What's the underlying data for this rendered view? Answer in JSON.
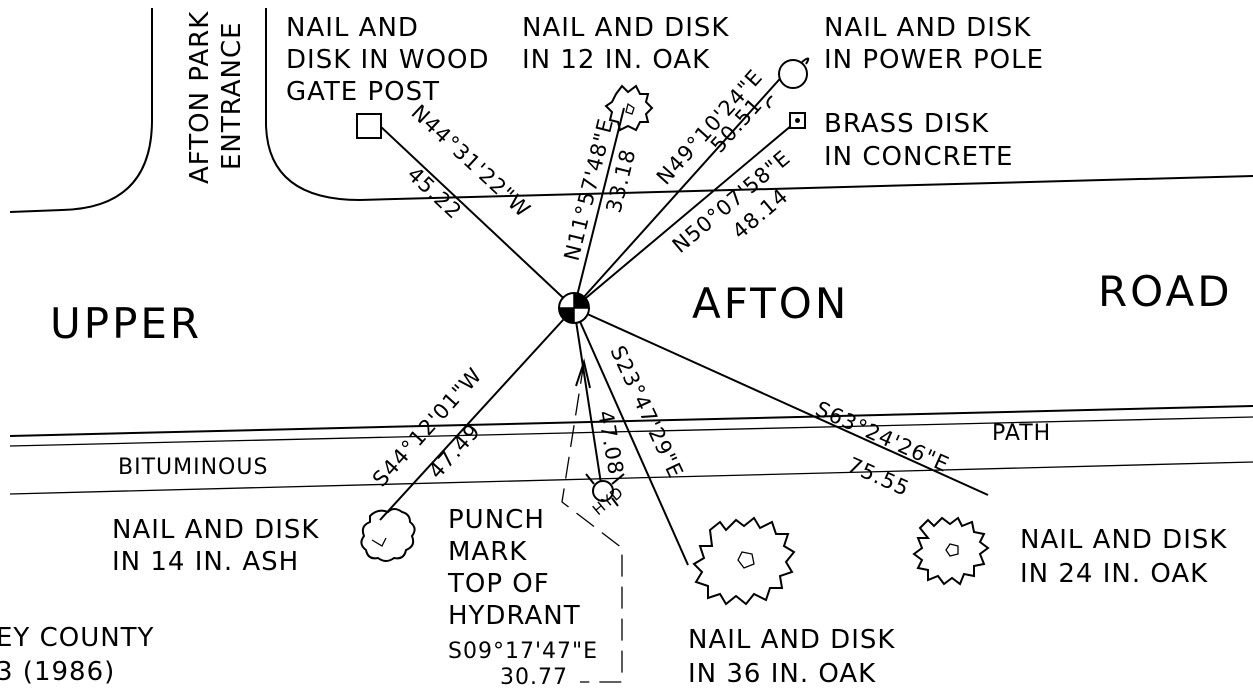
{
  "street_labels": {
    "upper": "UPPER",
    "afton": "AFTON",
    "road": "ROAD",
    "path": "PATH",
    "bituminous": "BITUMINOUS",
    "entrance_line1": "AFTON PARK",
    "entrance_line2": "ENTRANCE"
  },
  "reference_points": {
    "gate_post": [
      "NAIL AND",
      "DISK IN WOOD",
      "GATE POST"
    ],
    "oak12": [
      "NAIL AND DISK",
      "IN 12 IN. OAK"
    ],
    "power_pole": [
      "NAIL AND DISK",
      "IN POWER POLE"
    ],
    "brass_disk": [
      "BRASS DISK",
      "IN CONCRETE"
    ],
    "ash14": [
      "NAIL AND DISK",
      "IN 14 IN. ASH"
    ],
    "hydrant": [
      "PUNCH",
      "MARK",
      "TOP OF",
      "HYDRANT"
    ],
    "oak36": [
      "NAIL AND DISK",
      "IN 36 IN. OAK"
    ],
    "oak24": [
      "NAIL AND DISK",
      "IN 24 IN. OAK"
    ]
  },
  "ties": {
    "gate_post": {
      "bearing": "N44°31'22\"W",
      "distance": "45.22"
    },
    "oak12": {
      "bearing": "N11°57'48\"E",
      "distance": "33.18"
    },
    "power_pole": {
      "bearing": "N49°10'24\"E",
      "distance": "50.51"
    },
    "brass_disk": {
      "bearing": "N50°07'58\"E",
      "distance": "48.14"
    },
    "ash14": {
      "bearing": "S44°12'01\"W",
      "distance": "47.49"
    },
    "hydrant_short": {
      "distance": "47.08"
    },
    "oak36": {
      "bearing": "S23°47'29\"E"
    },
    "oak24": {
      "bearing": "S63°24'26\"E",
      "distance": "75.55"
    },
    "hydrant": {
      "bearing": "S09°17'47\"E",
      "distance": "30.77"
    }
  },
  "hydrant_tag": "HYD",
  "county_note": [
    "EY COUNTY",
    "3 (1986)"
  ]
}
